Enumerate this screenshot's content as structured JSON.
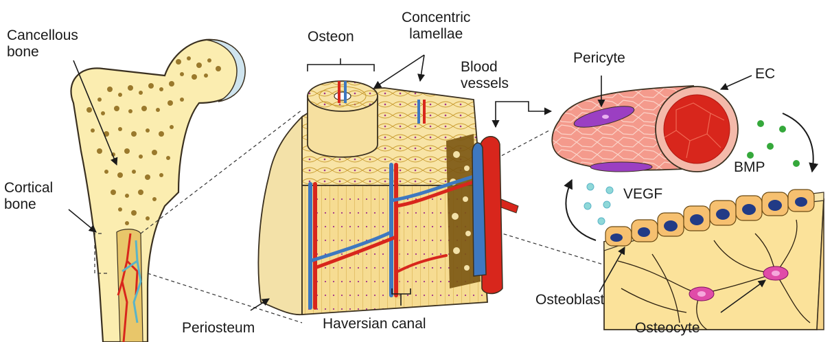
{
  "labels": {
    "cancellous_bone": "Cancellous\nbone",
    "cortical_bone": "Cortical\nbone",
    "osteon": "Osteon",
    "concentric_lamellae": "Concentric\nlamellae",
    "blood_vessels": "Blood\nvessels",
    "pericyte": "Pericyte",
    "ec": "EC",
    "bmp": "BMP",
    "vegf": "VEGF",
    "osteoblast": "Osteoblast",
    "osteocyte": "Osteocyte",
    "periosteum": "Periosteum",
    "haversian_canal": "Haversian canal"
  },
  "colors": {
    "bone_fill": "#fbedb0",
    "bone_outline": "#3a3020",
    "spongy_pore": "#8a6516",
    "vessel_red": "#d8261c",
    "vessel_blue": "#3e78c0",
    "cartilage": "#cfe4ee",
    "lamella_line": "#c89a2e",
    "lamella_dot": "#a0308a",
    "pericyte": "#9b3fc2",
    "endothelium": "#f49a8c",
    "osteoblast_cell": "#f6c070",
    "nucleus": "#223b86",
    "osteocyte": "#e04ca8",
    "bmp": "#35a83b",
    "vegf": "#8fd8d8"
  }
}
